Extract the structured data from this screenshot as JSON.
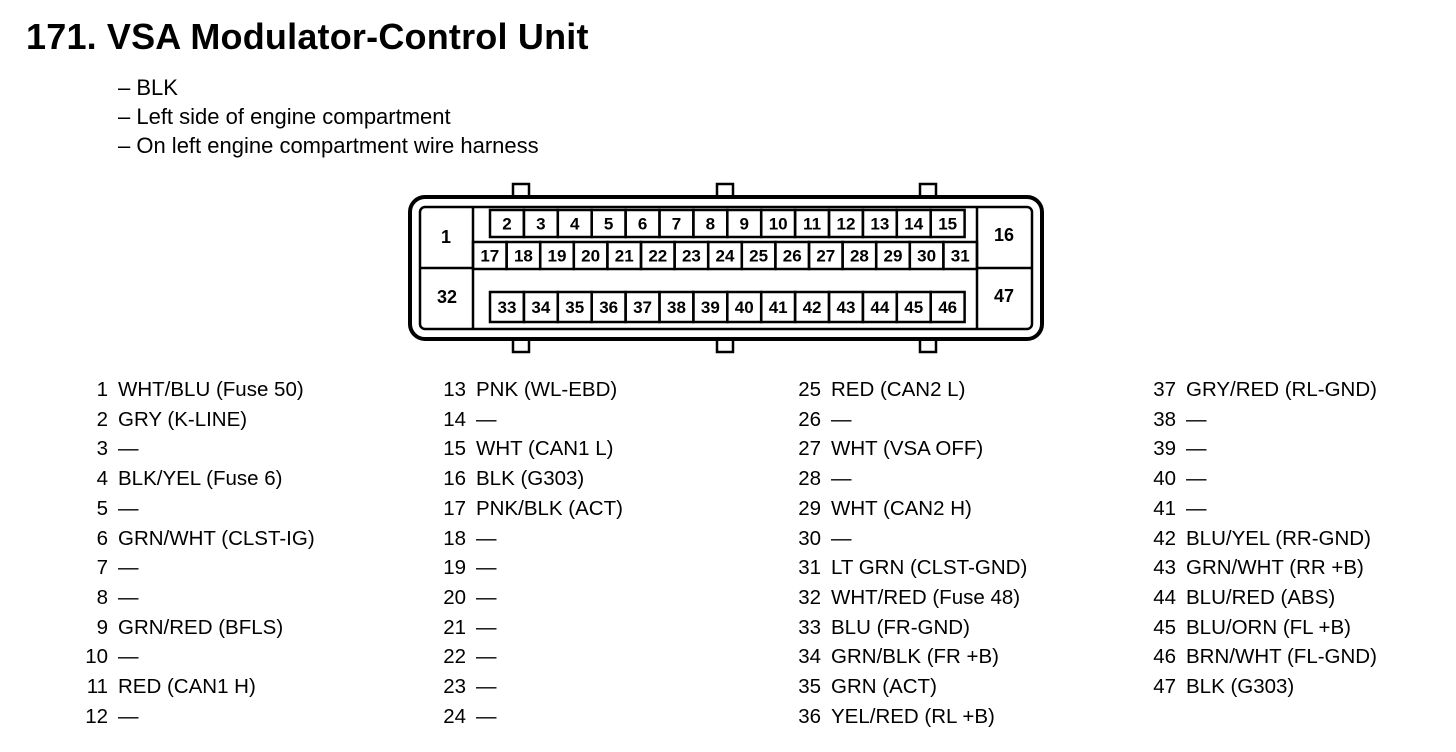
{
  "heading": {
    "number": "171.",
    "title": "VSA Modulator-Control Unit"
  },
  "notes": [
    "– BLK",
    "– Left side of engine compartment",
    "– On left engine compartment wire harness"
  ],
  "connector": {
    "large_pins": [
      "1",
      "16",
      "32",
      "47"
    ],
    "row_top": [
      "2",
      "3",
      "4",
      "5",
      "6",
      "7",
      "8",
      "9",
      "10",
      "11",
      "12",
      "13",
      "14",
      "15"
    ],
    "row_mid": [
      "17",
      "18",
      "19",
      "20",
      "21",
      "22",
      "23",
      "24",
      "25",
      "26",
      "27",
      "28",
      "29",
      "30",
      "31"
    ],
    "row_bottom": [
      "33",
      "34",
      "35",
      "36",
      "37",
      "38",
      "39",
      "40",
      "41",
      "42",
      "43",
      "44",
      "45",
      "46"
    ]
  },
  "pins": [
    [
      {
        "num": "1",
        "desc": "WHT/BLU (Fuse 50)"
      },
      {
        "num": "2",
        "desc": "GRY (K-LINE)"
      },
      {
        "num": "3",
        "desc": "—"
      },
      {
        "num": "4",
        "desc": "BLK/YEL (Fuse 6)"
      },
      {
        "num": "5",
        "desc": "—"
      },
      {
        "num": "6",
        "desc": "GRN/WHT (CLST-IG)"
      },
      {
        "num": "7",
        "desc": "—"
      },
      {
        "num": "8",
        "desc": "—"
      },
      {
        "num": "9",
        "desc": "GRN/RED (BFLS)"
      },
      {
        "num": "10",
        "desc": "—"
      },
      {
        "num": "11",
        "desc": "RED (CAN1 H)"
      },
      {
        "num": "12",
        "desc": "—"
      }
    ],
    [
      {
        "num": "13",
        "desc": "PNK (WL-EBD)"
      },
      {
        "num": "14",
        "desc": "—"
      },
      {
        "num": "15",
        "desc": "WHT (CAN1 L)"
      },
      {
        "num": "16",
        "desc": "BLK (G303)"
      },
      {
        "num": "17",
        "desc": "PNK/BLK (ACT)"
      },
      {
        "num": "18",
        "desc": "—"
      },
      {
        "num": "19",
        "desc": "—"
      },
      {
        "num": "20",
        "desc": "—"
      },
      {
        "num": "21",
        "desc": "—"
      },
      {
        "num": "22",
        "desc": "—"
      },
      {
        "num": "23",
        "desc": "—"
      },
      {
        "num": "24",
        "desc": "—"
      }
    ],
    [
      {
        "num": "25",
        "desc": "RED (CAN2 L)"
      },
      {
        "num": "26",
        "desc": "—"
      },
      {
        "num": "27",
        "desc": "WHT (VSA OFF)"
      },
      {
        "num": "28",
        "desc": "—"
      },
      {
        "num": "29",
        "desc": "WHT (CAN2 H)"
      },
      {
        "num": "30",
        "desc": "—"
      },
      {
        "num": "31",
        "desc": "LT GRN (CLST-GND)"
      },
      {
        "num": "32",
        "desc": "WHT/RED (Fuse 48)"
      },
      {
        "num": "33",
        "desc": "BLU (FR-GND)"
      },
      {
        "num": "34",
        "desc": "GRN/BLK (FR +B)"
      },
      {
        "num": "35",
        "desc": "GRN (ACT)"
      },
      {
        "num": "36",
        "desc": "YEL/RED (RL +B)"
      }
    ],
    [
      {
        "num": "37",
        "desc": "GRY/RED (RL-GND)"
      },
      {
        "num": "38",
        "desc": "—"
      },
      {
        "num": "39",
        "desc": "—"
      },
      {
        "num": "40",
        "desc": "—"
      },
      {
        "num": "41",
        "desc": "—"
      },
      {
        "num": "42",
        "desc": "BLU/YEL (RR-GND)"
      },
      {
        "num": "43",
        "desc": "GRN/WHT (RR +B)"
      },
      {
        "num": "44",
        "desc": "BLU/RED (ABS)"
      },
      {
        "num": "45",
        "desc": "BLU/ORN (FL +B)"
      },
      {
        "num": "46",
        "desc": "BRN/WHT (FL-GND)"
      },
      {
        "num": "47",
        "desc": "BLK (G303)"
      }
    ]
  ]
}
